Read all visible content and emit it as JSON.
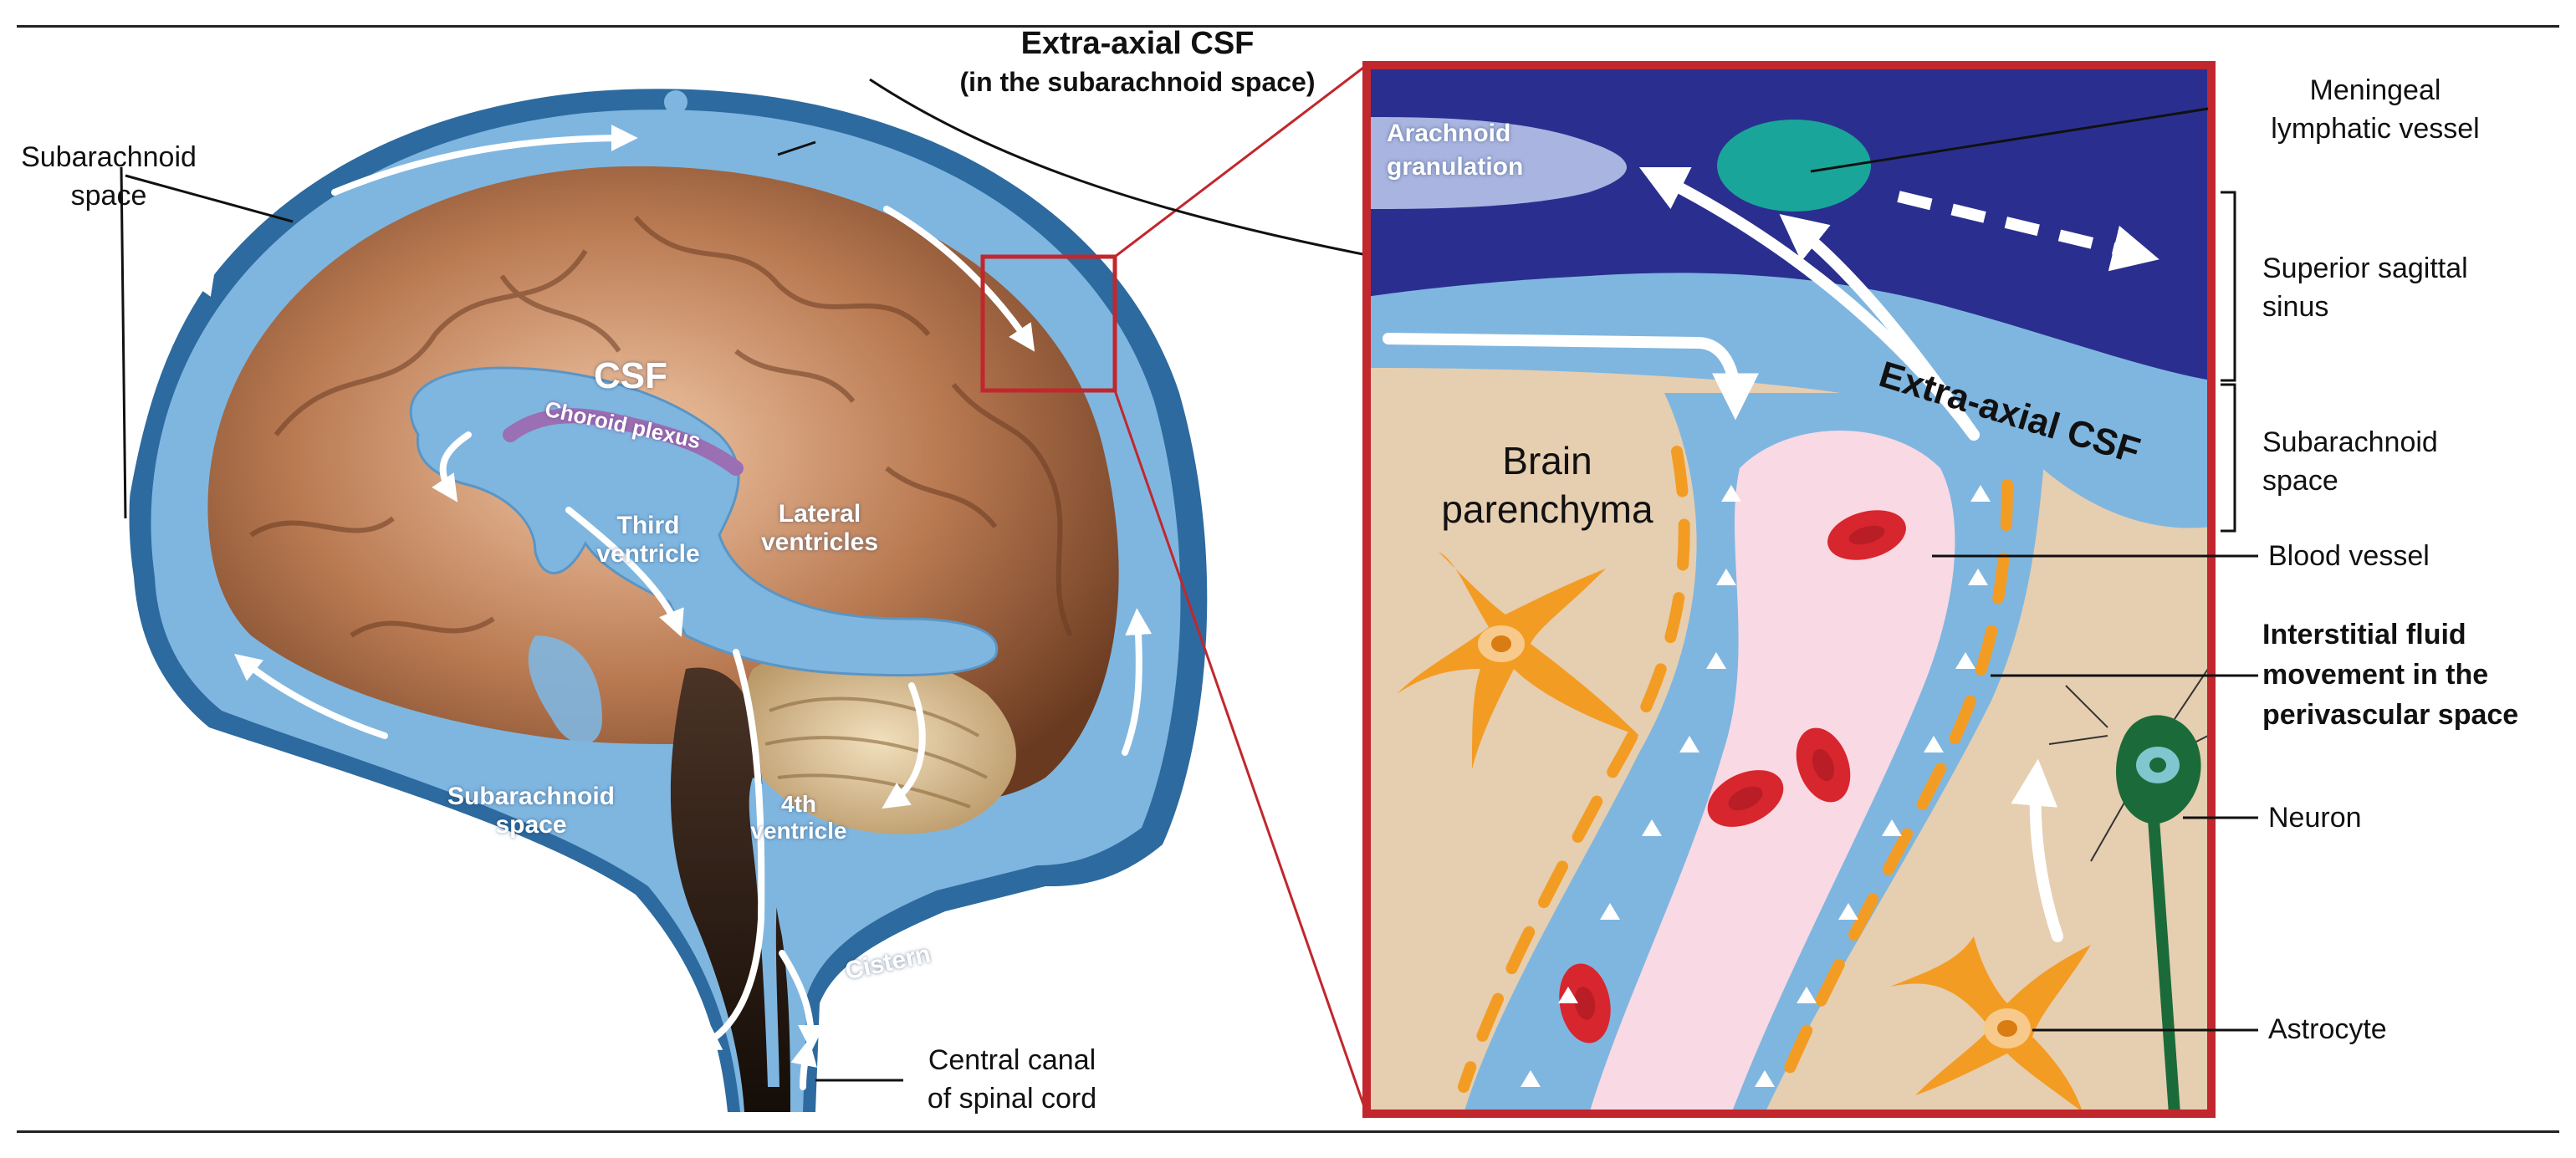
{
  "colors": {
    "csf_blue": "#7fb6e0",
    "sinus_navy": "#2a2f8f",
    "parenchyma_tan": "#e6ceb0",
    "vessel_pink": "#f9d9e3",
    "red_cell": "#d8262e",
    "astrocyte_orange": "#f39c24",
    "neuron_green": "#1b6b3a",
    "lymphatic_teal": "#1aa59a",
    "box_border": "#c1272d"
  },
  "labels": {
    "extra_axial_title": "Extra-axial CSF",
    "extra_axial_sub": "(in the subarachnoid space)",
    "subarachnoid_top": [
      "Subarachnoid",
      "space"
    ],
    "subarachnoid_bottom": [
      "Subarachnoid",
      "space"
    ],
    "csf": "CSF",
    "choroid_plexus": "Choroid plexus",
    "third_ventricle": [
      "Third",
      "ventricle"
    ],
    "lateral_ventricles": [
      "Lateral",
      "ventricles"
    ],
    "fourth_ventricle": [
      "4th",
      "ventricle"
    ],
    "cistern": "Cistern",
    "central_canal": [
      "Central canal",
      "of spinal cord"
    ],
    "arachnoid_granulation": [
      "Arachnoid",
      "granulation"
    ],
    "brain_parenchyma": [
      "Brain",
      "parenchyma"
    ],
    "extra_axial_csf_inset": "Extra-axial CSF",
    "meningeal_lymphatic": [
      "Meningeal",
      "lymphatic vessel"
    ],
    "superior_sagittal_sinus": [
      "Superior sagittal",
      "sinus"
    ],
    "subarachnoid_right": [
      "Subarachnoid",
      "space"
    ],
    "blood_vessel": "Blood vessel",
    "interstitial": [
      "Interstitial fluid",
      "movement in the",
      "perivascular space"
    ],
    "neuron": "Neuron",
    "astrocyte": "Astrocyte"
  },
  "icons": [
    "brain-illustration",
    "flow-arrow",
    "red-blood-cell",
    "astrocyte-cell",
    "neuron-cell"
  ]
}
